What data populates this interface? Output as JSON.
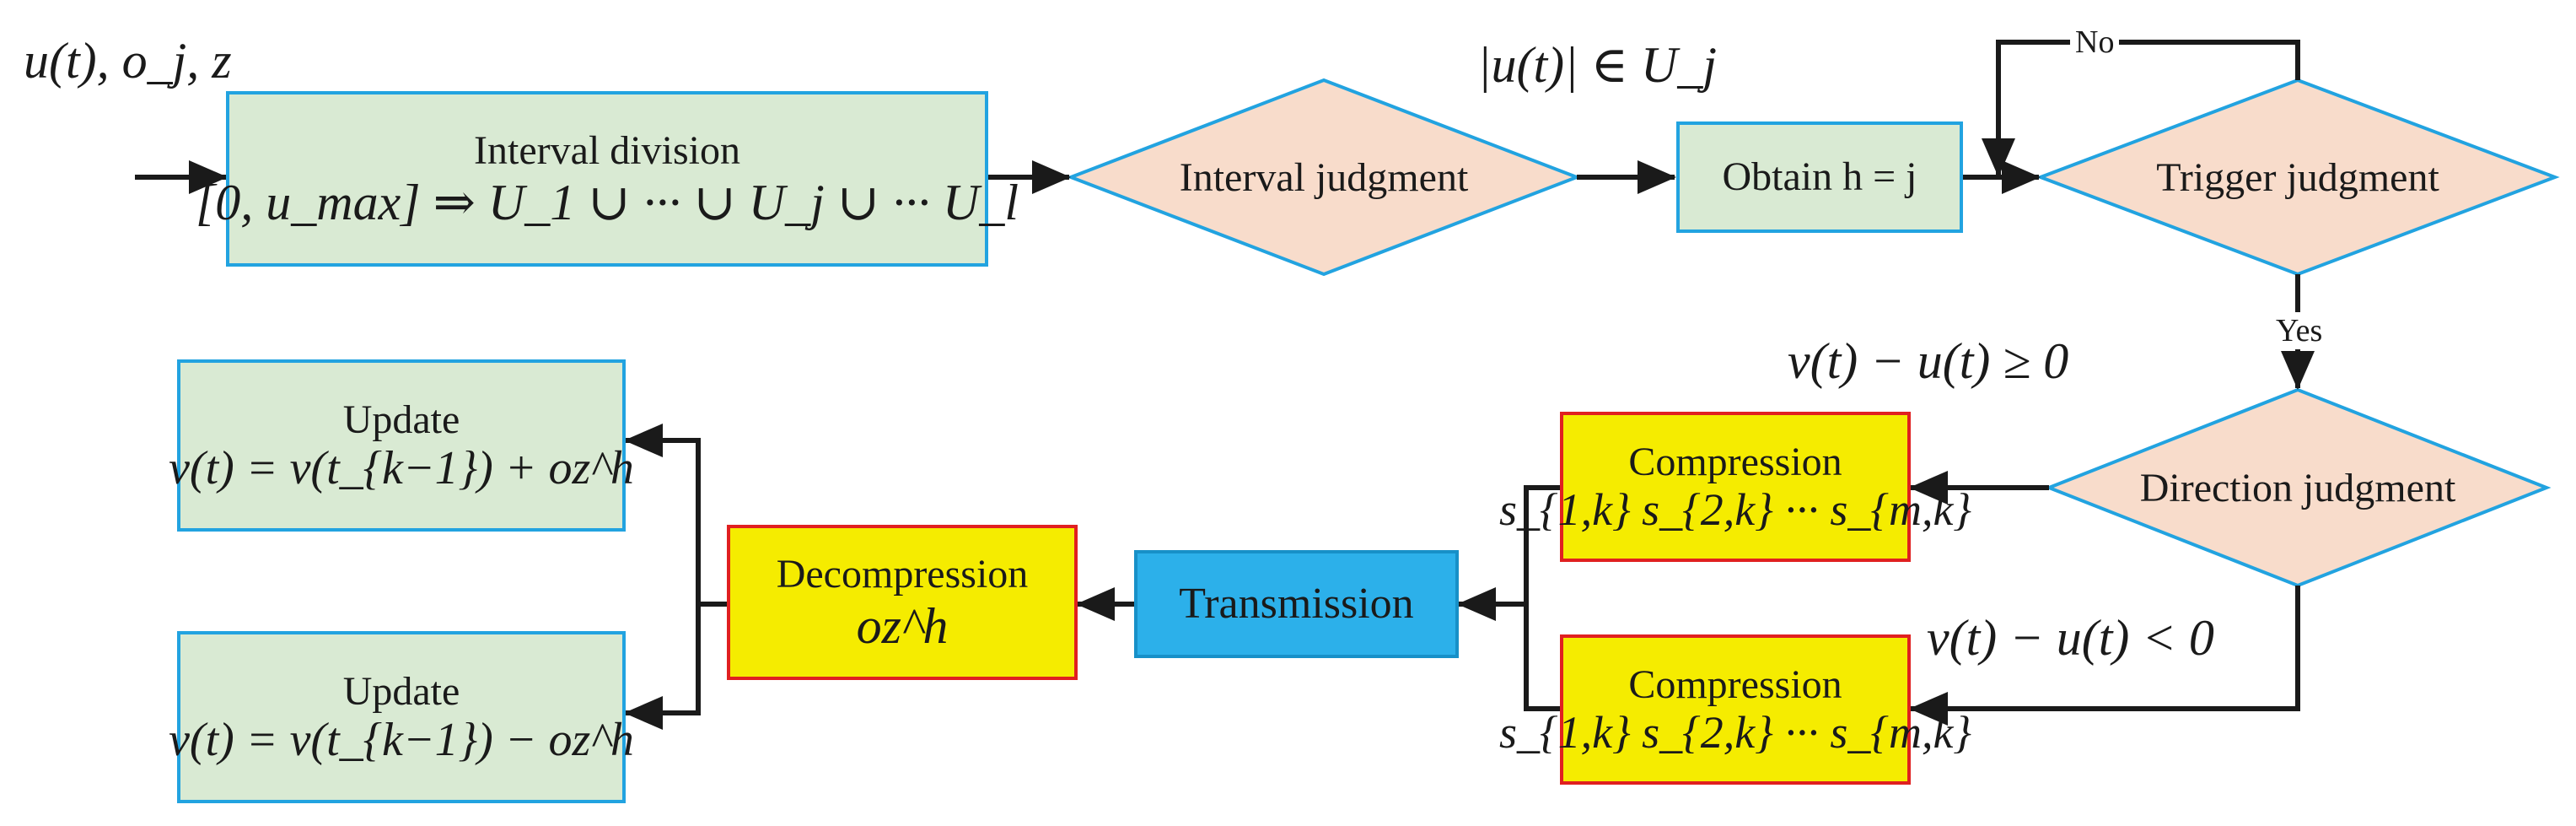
{
  "inputs_label": "u(t), o_j, z",
  "membership_label": "|u(t)| ∈ U_j",
  "interval_division": {
    "title": "Interval division",
    "formula": "[0, u_max] ⇒ U_1 ∪ ··· ∪ U_j ∪ ··· U_l"
  },
  "interval_judgment": "Interval judgment",
  "obtain": "Obtain h = j",
  "trigger_judgment": "Trigger judgment",
  "no_label": "No",
  "yes_label": "Yes",
  "direction_judgment": "Direction judgment",
  "cond_pos": "v(t) − u(t) ≥ 0",
  "cond_neg": "v(t) − u(t) < 0",
  "compression_top": {
    "title": "Compression",
    "formula": "s_{1,k} s_{2,k} ··· s_{m,k}"
  },
  "compression_bottom": {
    "title": "Compression",
    "formula": "s_{1,k} s_{2,k} ··· s_{m,k}"
  },
  "transmission": "Transmission",
  "decompression": {
    "title": "Decompression",
    "formula": "oz^h"
  },
  "update_top": {
    "title": "Update",
    "formula": "v(t) = v(t_{k−1}) + oz^h"
  },
  "update_bottom": {
    "title": "Update",
    "formula": "v(t) = v(t_{k−1}) − oz^h"
  },
  "colors": {
    "process_fill": "#d9ead3",
    "process_border": "#22a3e0",
    "decision_fill": "#f8dccb",
    "compress_fill": "#f5ec00",
    "compress_border": "#e02020",
    "transmission_fill": "#2cb0ea",
    "arrow": "#1a1a1a"
  }
}
